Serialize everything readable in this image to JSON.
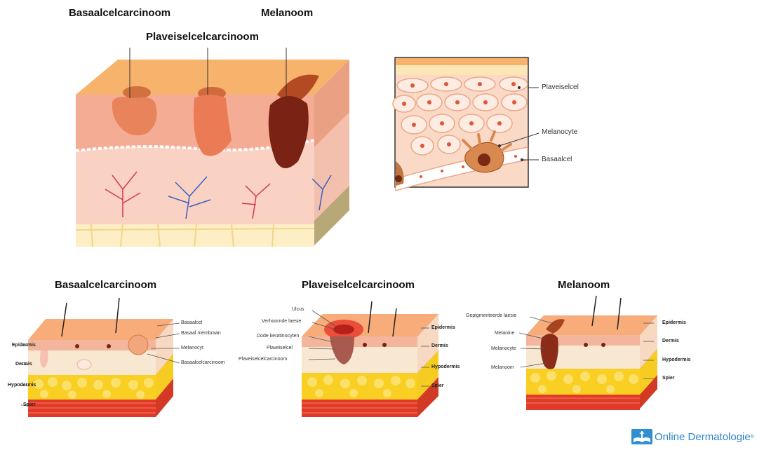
{
  "main_diagram": {
    "label_bcc": "Basaalcelcarcinoom",
    "label_scc": "Plaveiselcelcarcinoom",
    "label_mel": "Melanoom"
  },
  "cell_inset": {
    "label_plaveiselcel": "Plaveiselcel",
    "label_melanocyte": "Melanocyte",
    "label_basaalcel": "Basaalcel"
  },
  "panel_bcc": {
    "title": "Basaalcelcarcinoom",
    "right_labels": [
      "Basaalcel",
      "Basaal membraan",
      "Melanocyt",
      "Basaalcelcarcinoom"
    ],
    "layers": [
      "Epidermis",
      "Dermis",
      "Hypodermis",
      "Spier"
    ]
  },
  "panel_scc": {
    "title": "Plaveiselcelcarcinoom",
    "left_labels": [
      "Ulcus",
      "Verhoornde laesie",
      "Dode keratinocyten",
      "Plaveiselcel",
      "Plaveiselcelcarcinoom"
    ],
    "layers": [
      "Epidermis",
      "Dermis",
      "Hypodermis",
      "Spier"
    ]
  },
  "panel_mel": {
    "title": "Melanoom",
    "left_labels": [
      "Gepigmenteerde laesie",
      "Melanine",
      "Melanocyte",
      "Melanoom"
    ],
    "layers": [
      "Epidermis",
      "Dermis",
      "Hypodermis",
      "Spier"
    ]
  },
  "logo": {
    "text": "Online Dermatologie",
    "mark": "®"
  },
  "colors": {
    "epidermis": "#f6b98a",
    "dermis": "#fbd6c5",
    "fat": "#f7cf1a",
    "muscle": "#e23a2a",
    "logo": "#2a86c9"
  }
}
